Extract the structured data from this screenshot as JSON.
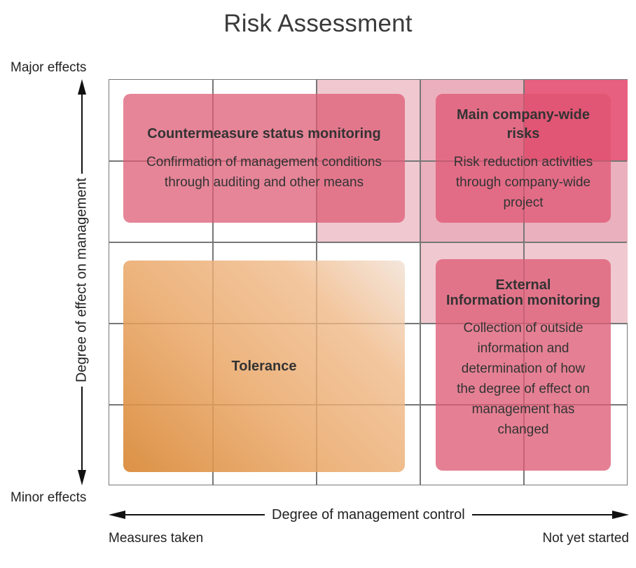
{
  "title": "Risk Assessment",
  "axes": {
    "y_top": "Major effects",
    "y_bottom": "Minor effects",
    "y_label": "Degree of effect on management",
    "x_label": "Degree of management control",
    "x_left": "Measures taken",
    "x_right": "Not yet started"
  },
  "boxes": {
    "countermeasure": {
      "heading": "Countermeasure status monitoring",
      "body": "Confirmation of management conditions through auditing and other means"
    },
    "main_risks": {
      "heading": "Main company-wide risks",
      "body": "Risk reduction activities through company-wide project"
    },
    "tolerance": {
      "heading": "Tolerance"
    },
    "external": {
      "heading_line1": "External",
      "heading_line2": "Information monitoring",
      "body": "Collection of outside information and determination of how the degree of effect on management has changed"
    }
  },
  "colors": {
    "pink_box": "#e27083",
    "pink_light": "#f0c8d0",
    "pink_mid": "#ebb0bd",
    "pink_strong": "#e8607f",
    "orange_dark": "#dc9246",
    "orange_light": "#f0c196",
    "grid_line": "#777777"
  }
}
